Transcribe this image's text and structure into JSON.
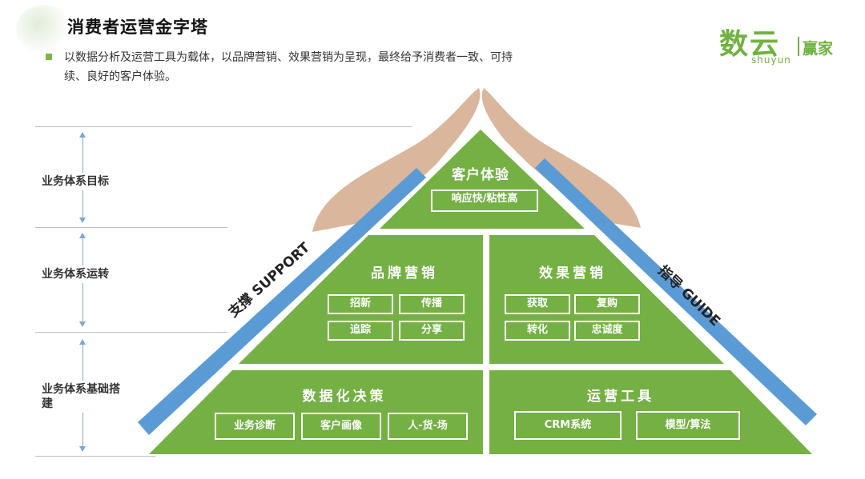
{
  "header": {
    "title": "消费者运营金字塔",
    "subtitle": "以数据分析及运营工具为载体，以品牌营销、效果营销为呈现，最终给予消费者一致、可持续、良好的客户体验。"
  },
  "logo": {
    "main": "数云",
    "secondary": "赢家",
    "en": "shuyun"
  },
  "levels": {
    "goal": "业务体系目标",
    "operation": "业务体系运转",
    "foundation": "业务体系基础搭建"
  },
  "pyramid": {
    "top": {
      "title": "客户体验",
      "items": [
        "响应快/粘性高"
      ]
    },
    "brand": {
      "title": "品牌营销",
      "items": [
        "招新",
        "传播",
        "追踪",
        "分享"
      ]
    },
    "performance": {
      "title": "效果营销",
      "items": [
        "获取",
        "复购",
        "转化",
        "忠诚度"
      ]
    },
    "data": {
      "title": "数据化决策",
      "items": [
        "业务诊断",
        "客户画像",
        "人-货-场"
      ]
    },
    "tools": {
      "title": "运营工具",
      "items": [
        "CRM系统",
        "模型/算法"
      ]
    }
  },
  "sides": {
    "left": "支撑 SUPPORT",
    "right": "指导 GUIDE"
  },
  "colors": {
    "green": "#74b043",
    "blue": "#5b9bd5",
    "text": "#111111",
    "accent": "#7ab648"
  }
}
